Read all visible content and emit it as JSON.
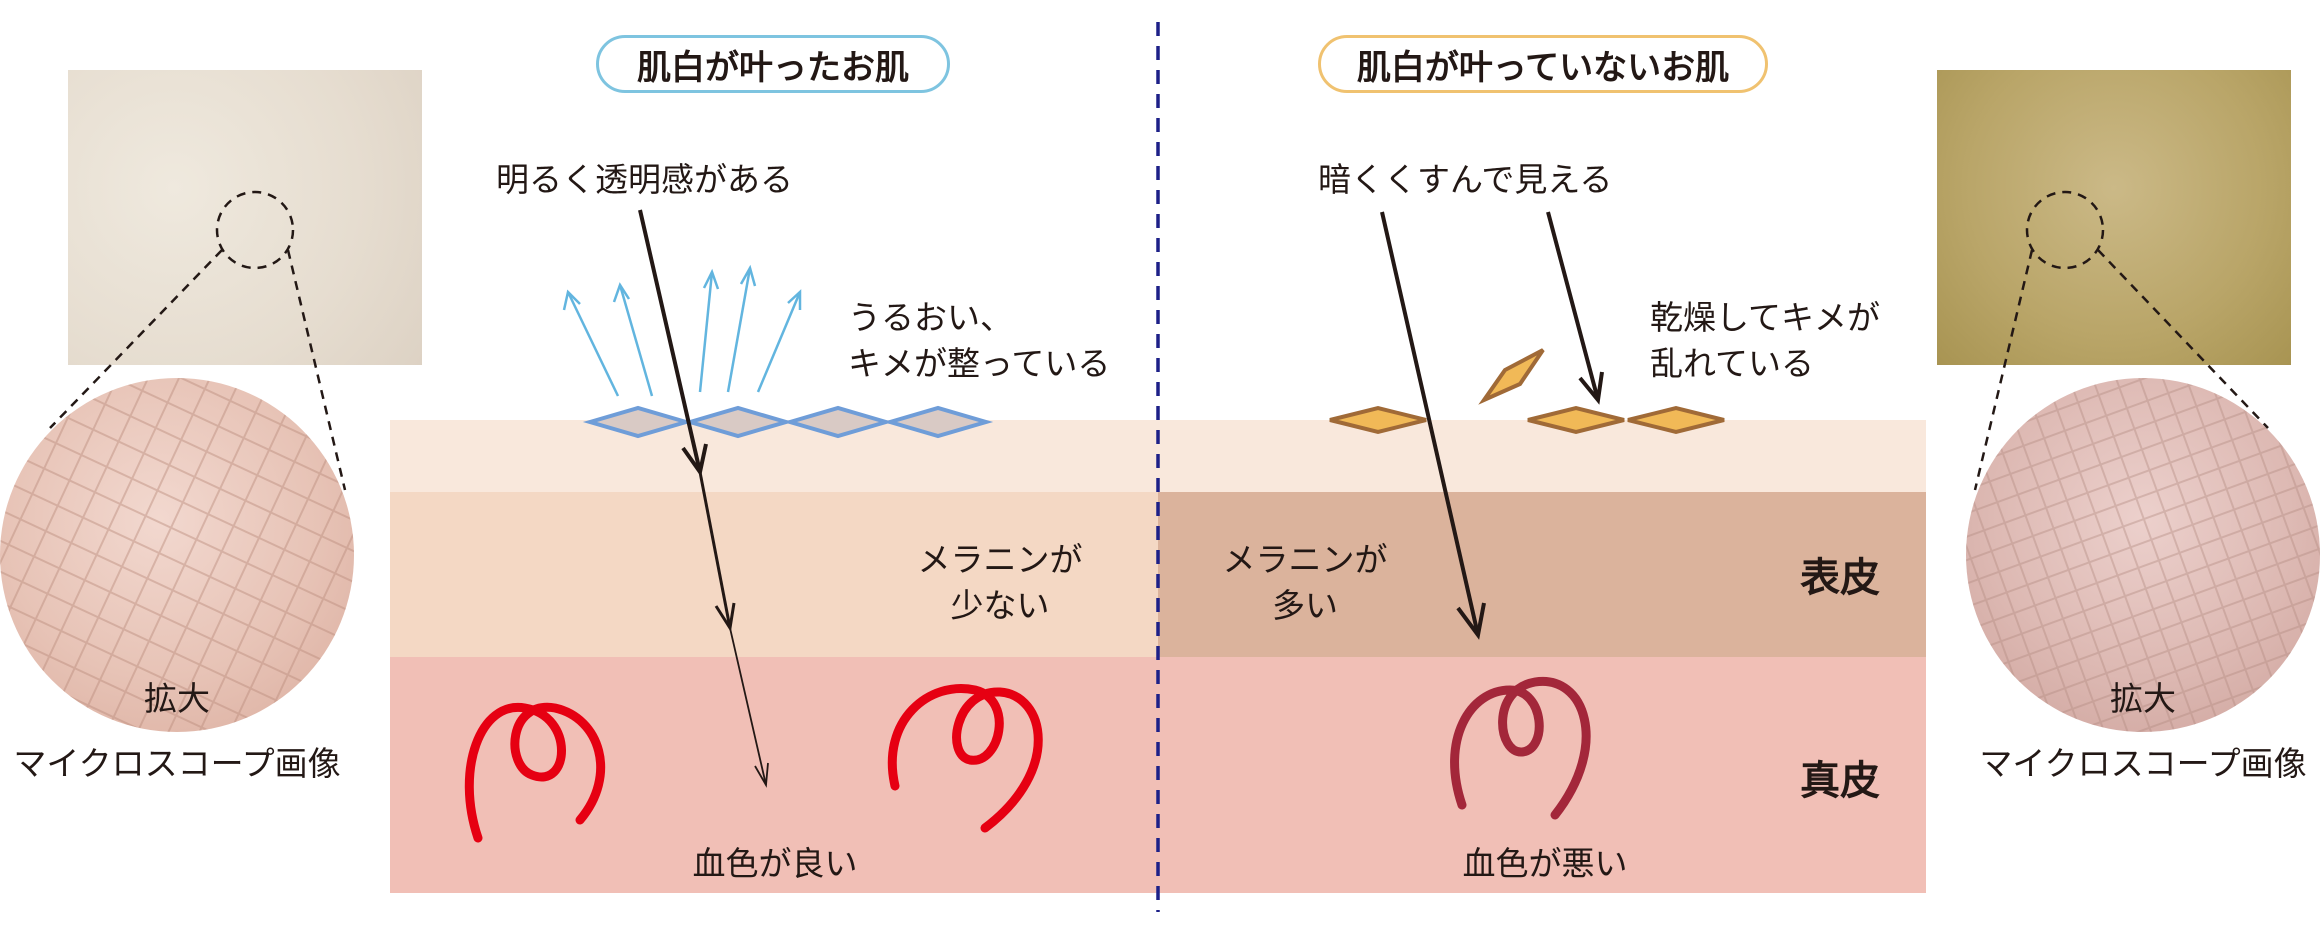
{
  "left_panel": {
    "title": "肌白が叶ったお肌",
    "note_top": "明るく透明感がある",
    "note_surface": [
      "うるおい、",
      "キメが整っている"
    ],
    "note_melanin": [
      "メラニンが",
      "少ない"
    ],
    "note_blood": "血色が良い",
    "zoom_label": "拡大",
    "image_caption": "マイクロスコープ画像"
  },
  "right_panel": {
    "title": "肌白が叶っていないお肌",
    "note_top": "暗くくすんで見える",
    "note_surface": [
      "乾燥してキメが",
      "乱れている"
    ],
    "note_melanin": [
      "メラニンが",
      "多い"
    ],
    "note_blood": "血色が悪い",
    "zoom_label": "拡大",
    "image_caption": "マイクロスコープ画像"
  },
  "layers": {
    "epidermis": "表皮",
    "dermis": "真皮"
  },
  "colors": {
    "left_pill_border": "#7ec4e0",
    "right_pill_border": "#f0c270",
    "stratum_corneum": "#f9e8dc",
    "epidermis_light": "#f4d8c4",
    "epidermis_dark": "#dbb39c",
    "dermis": "#f1bfb6",
    "vessel_good": "#e60012",
    "vessel_bad": "#a3273a",
    "divider": "#1d2088",
    "healthy_cell_fill": "#d9cac5",
    "healthy_cell_stroke": "#6f9dd8",
    "dry_cell_fill": "#f1b957",
    "dry_cell_stroke": "#a06a37",
    "reflection_arrows": "#62b5df"
  }
}
